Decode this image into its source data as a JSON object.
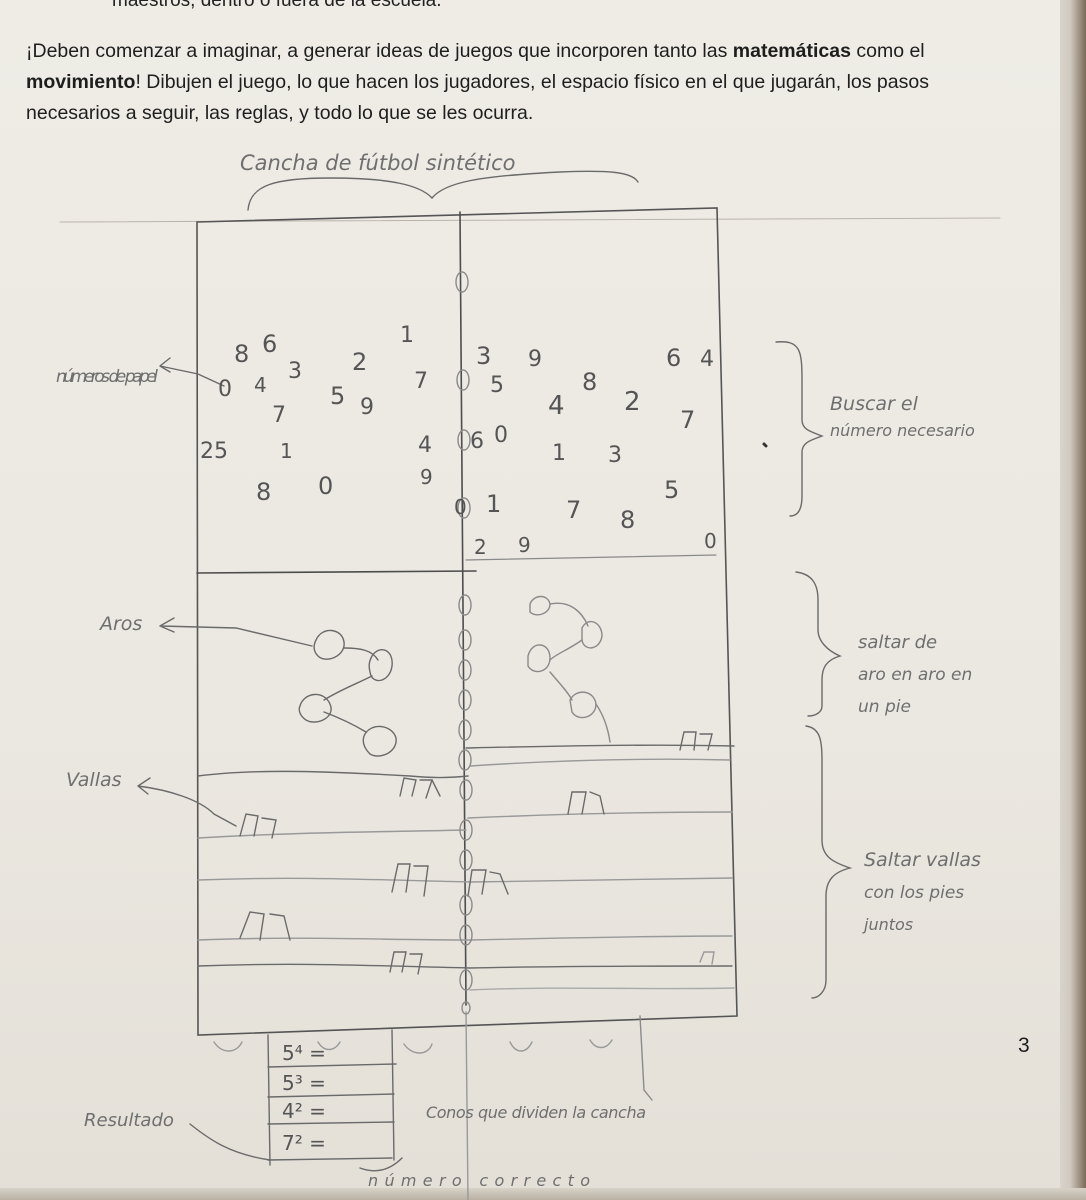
{
  "page": {
    "top_cut_text": "maestros, dentro o fuera de la escuela.",
    "instructions": {
      "p1": "¡Deben comenzar a imaginar, a generar ideas de juegos que incorporen tanto las ",
      "b1": "matemáticas",
      "p2": " como el ",
      "b2": "movimiento",
      "p3": "! Dibujen el juego, lo que hacen los jugadores, el espacio físico en el que jugarán, los pasos necesarios a seguir, las reglas, y todo lo que se les ocurra."
    },
    "page_number": "3"
  },
  "drawing": {
    "title": "Cancha de fútbol sintético",
    "labels": {
      "numeros": "números de papel",
      "aros": "Aros",
      "vallas": "Vallas",
      "resultado": "Resultado",
      "conos": "Conos que dividen la cancha",
      "numero_correcto": "número correcto"
    },
    "notes": {
      "buscar": [
        "Buscar el",
        "número necesario"
      ],
      "saltar_aro": [
        "saltar de",
        "aro en aro en",
        "un pie"
      ],
      "saltar_vallas": [
        "Saltar vallas",
        "con los pies",
        "juntos"
      ]
    },
    "scattered_numbers": [
      "8",
      "6",
      "3",
      "2",
      "1",
      "7",
      "3",
      "9",
      "8",
      "6",
      "4",
      "0",
      "4",
      "5",
      "9",
      "7",
      "5",
      "4",
      "2",
      "7",
      "25",
      "1",
      "4",
      "6",
      "0",
      "1",
      "3",
      "8",
      "0",
      "9",
      "0",
      "1",
      "7",
      "8",
      "5",
      "2",
      "9",
      "0"
    ],
    "result_table": [
      "5⁴ =",
      "5³ =",
      "4² =",
      "7² ="
    ]
  },
  "colors": {
    "paper": "#ece9e2",
    "print_text": "#1e1e1e",
    "pencil": "#6f6f6f"
  }
}
